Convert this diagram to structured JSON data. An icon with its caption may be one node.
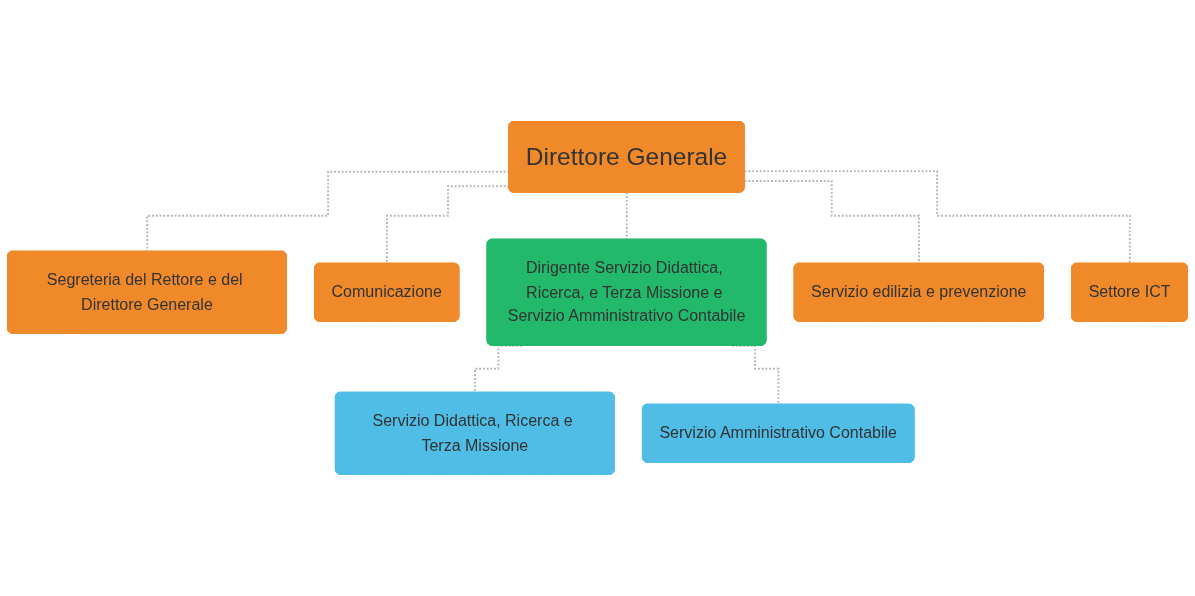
{
  "diagram": {
    "nodes": [
      {
        "text": [
          "Direttore Generale"
        ]
      },
      {
        "text": [
          "Segreteria del Rettore e del Direttore Generale"
        ]
      },
      {
        "text": [
          "Comunicazione"
        ]
      },
      {
        "text": [
          "Dirigente Servizio Didattica, Ricerca, e Terza Missione e Servizio Amministrativo Contabile"
        ]
      },
      {
        "text": [
          "Servizio edilizia e prevenzione"
        ]
      },
      {
        "text": [
          "Settore ICT"
        ]
      },
      {
        "text": [
          "Servizio Didattica, Ricerca e Terza Missione"
        ]
      },
      {
        "text": [
          "Servizio Amministrativo Contabile"
        ]
      }
    ],
    "edges": [
      {
        "from": 0,
        "to": 1,
        "arrow": "none",
        "style": "dashed"
      },
      {
        "from": 0,
        "to": 2,
        "arrow": "none",
        "style": "dashed"
      },
      {
        "from": 0,
        "to": 3,
        "arrow": "none",
        "style": "dashed"
      },
      {
        "from": 0,
        "to": 4,
        "arrow": "none",
        "style": "dashed"
      },
      {
        "from": 0,
        "to": 5,
        "arrow": "none",
        "style": "dashed"
      },
      {
        "from": 3,
        "to": 6,
        "arrow": "none",
        "style": "dashed"
      },
      {
        "from": 3,
        "to": 7,
        "arrow": "none",
        "style": "dashed"
      }
    ]
  }
}
